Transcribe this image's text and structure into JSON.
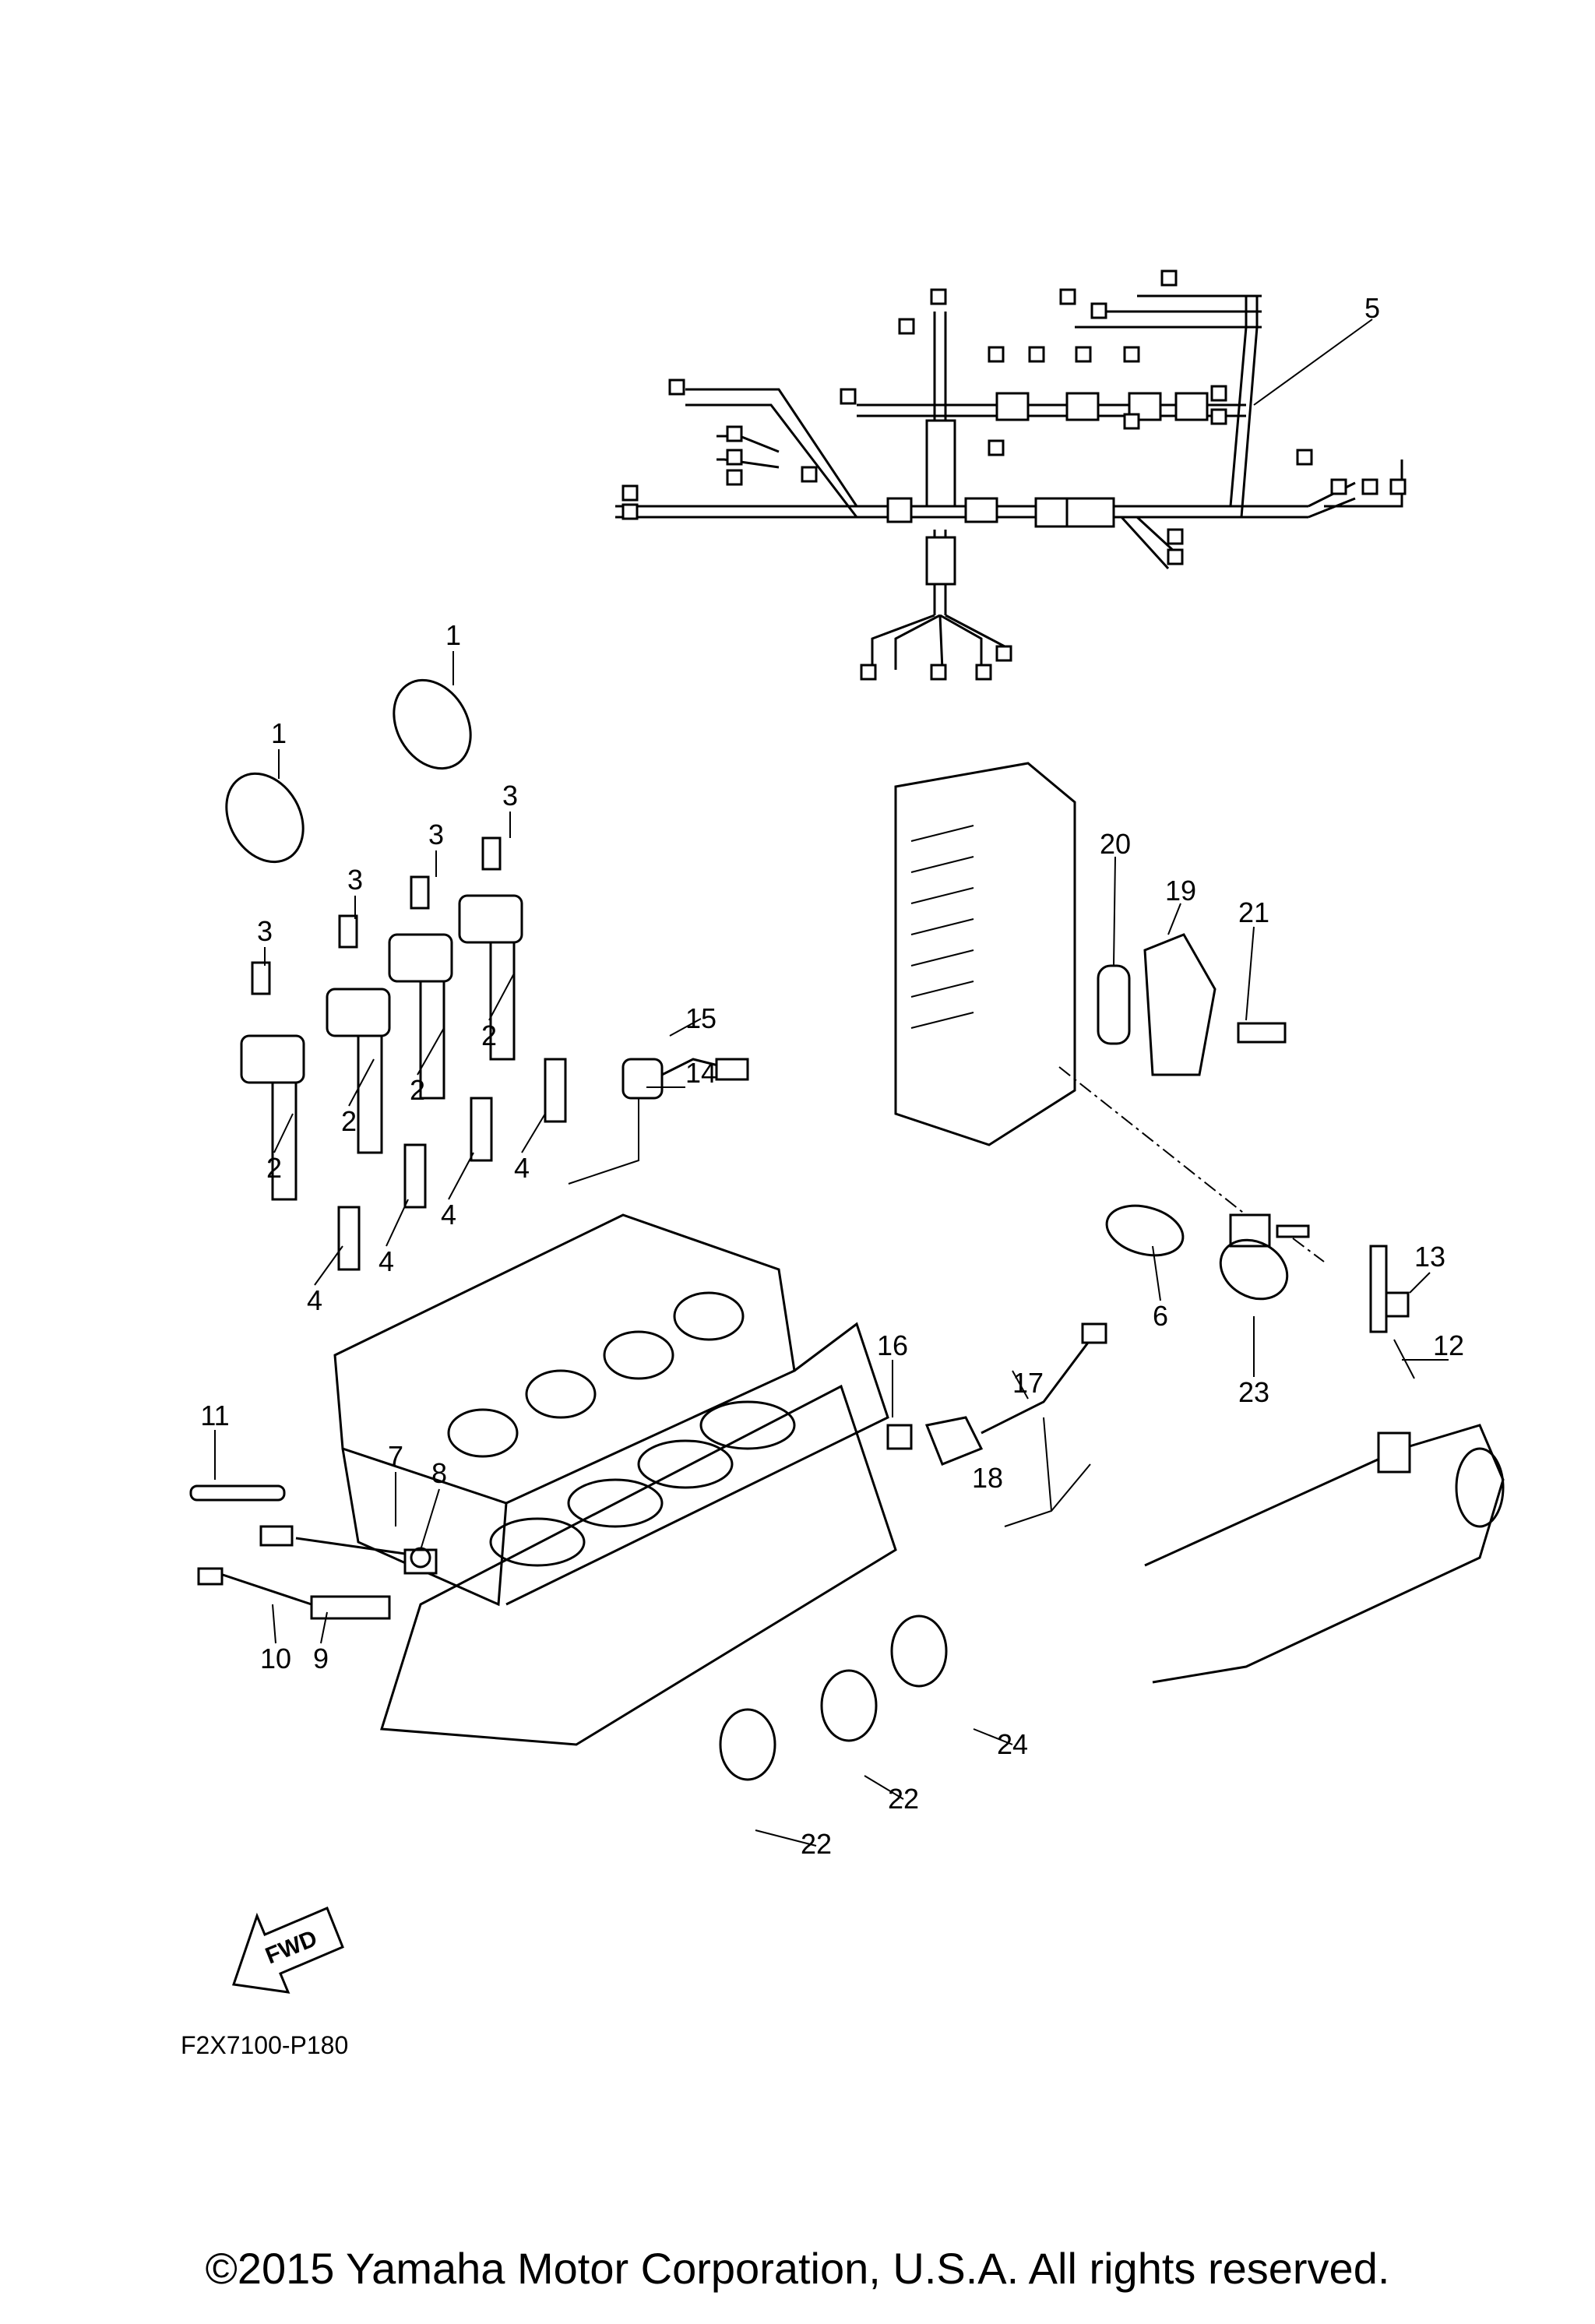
{
  "diagram": {
    "callouts": [
      "1",
      "1",
      "2",
      "2",
      "2",
      "2",
      "3",
      "3",
      "3",
      "3",
      "4",
      "4",
      "4",
      "4",
      "5",
      "6",
      "7",
      "8",
      "9",
      "10",
      "11",
      "12",
      "13",
      "14",
      "15",
      "16",
      "17",
      "18",
      "19",
      "20",
      "21",
      "22",
      "22",
      "23",
      "24"
    ],
    "fwd_label": "FWD",
    "figure_code": "F2X7100-P180"
  },
  "footer": {
    "copyright": "©2015 Yamaha Motor Corporation, U.S.A. All rights reserved."
  }
}
